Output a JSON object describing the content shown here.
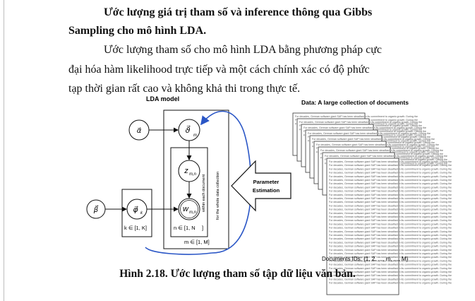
{
  "heading": {
    "line1": "Ước lượng giá trị tham số và inference thông qua Gibbs",
    "line2": "Sampling  cho mô hình LDA."
  },
  "paragraph": {
    "line1": "Ước lượng tham số cho mô hình LDA bằng phương pháp cực",
    "line2": "đại hóa hàm likelihood trực tiếp và một cách chính xác có độ phức",
    "line3": "tạp thời gian rất cao và không khả thi trong thực tế."
  },
  "figure": {
    "lda_title": "LDA model",
    "docs_title": "Data: A large collection of documents",
    "param_label_1": "Parameter",
    "param_label_2": "Estimation",
    "within_doc": "within each document",
    "whole_collection": "for the whole data collection",
    "k_range": "k ∈ [1, K]",
    "n_range": "n ∈ [1, N",
    "m_range": "m ∈ [1, M]",
    "doc_ids": "Documents IDs: {1, 2, ..., m, ..., M}",
    "doc_snippet": "For decades, German software giant SAP has been steadfast in its commitment to organic growth. During the"
  },
  "caption": "Hình 2.18. Ước lượng tham số tập dữ liệu văn bản."
}
